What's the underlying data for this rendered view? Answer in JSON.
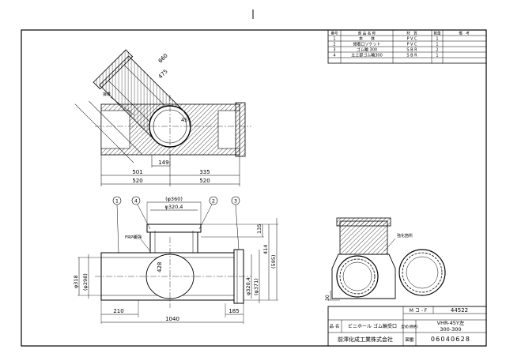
{
  "parts_table": {
    "headers": [
      "番号",
      "部 品 名 称",
      "材　質",
      "数量",
      "備　考"
    ],
    "rows": [
      {
        "no": "1",
        "name": "本　　体",
        "material": "P V C",
        "qty": "1",
        "note": ""
      },
      {
        "no": "2",
        "name": "接着口ソケット",
        "material": "P V C",
        "qty": "1",
        "note": ""
      },
      {
        "no": "3",
        "name": "ゴム輪 300",
        "material": "S B R",
        "qty": "2",
        "note": ""
      },
      {
        "no": "4",
        "name": "立上部ゴム輪300",
        "material": "S B R",
        "qty": "1",
        "note": ""
      }
    ]
  },
  "top_view": {
    "dims": {
      "d660": "660",
      "d475": "475",
      "angle": "45°",
      "d501": "501",
      "d149": "149",
      "d335": "335",
      "d520a": "520",
      "d520b": "520"
    },
    "label_joint": "接着"
  },
  "front_view": {
    "callouts": [
      "1",
      "4",
      "2",
      "3"
    ],
    "dims": {
      "phi360": "(φ360)",
      "phi3204_top": "φ320,4",
      "d135": "135",
      "d414": "414",
      "d595": "(595)",
      "phi318": "φ318",
      "phi298": "(φ298)",
      "d428": "428",
      "phi3204_right": "φ320,4",
      "phi371": "(φ371)",
      "d210": "210",
      "d1040": "1040",
      "d185": "185"
    },
    "label_frp": "FRP補強"
  },
  "iso_view": {
    "label": "強化箇所",
    "dim": "30"
  },
  "title_block": {
    "code_label": "M コ - F",
    "code_value": "44522",
    "name_label": "品 名",
    "name_value": "ビニホール ゴム輪受口",
    "model_label": "型式(規格)",
    "model_value_1": "VHR-45Y左",
    "model_value_2": "300-300",
    "company": "前澤化成工業株式会社",
    "drawing_no_label": "図番",
    "drawing_no": "06040628"
  }
}
